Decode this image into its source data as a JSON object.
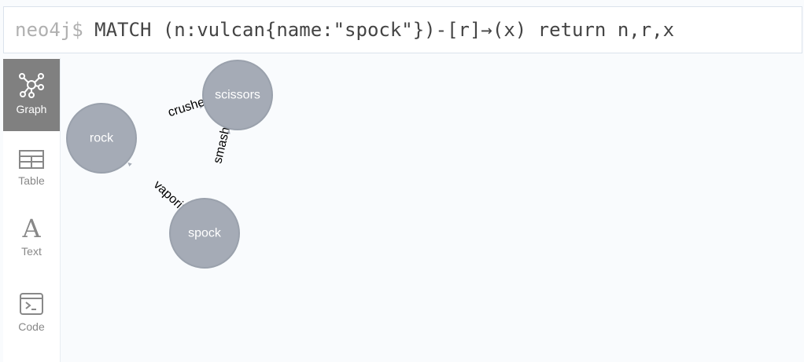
{
  "query": {
    "prompt": "neo4j$",
    "text": "MATCH (n:vulcan{name:\"spock\"})-[r]→(x) return n,r,x"
  },
  "sidebar": {
    "tabs": [
      {
        "label": "Graph",
        "icon": "graph-icon",
        "active": true
      },
      {
        "label": "Table",
        "icon": "table-icon"
      },
      {
        "label": "Text",
        "icon": "text-icon"
      },
      {
        "label": "Code",
        "icon": "code-icon"
      }
    ]
  },
  "graph": {
    "nodes": [
      {
        "id": "rock",
        "label": "rock"
      },
      {
        "id": "scissors",
        "label": "scissors"
      },
      {
        "id": "spock",
        "label": "spock"
      }
    ],
    "edges": [
      {
        "from": "rock",
        "to": "scissors",
        "label": "crushes"
      },
      {
        "from": "spock",
        "to": "scissors",
        "label": "smashes"
      },
      {
        "from": "spock",
        "to": "rock",
        "label": "vaporizes"
      }
    ],
    "colors": {
      "node": "#a5abb6",
      "edge": "#a5abb6"
    }
  }
}
